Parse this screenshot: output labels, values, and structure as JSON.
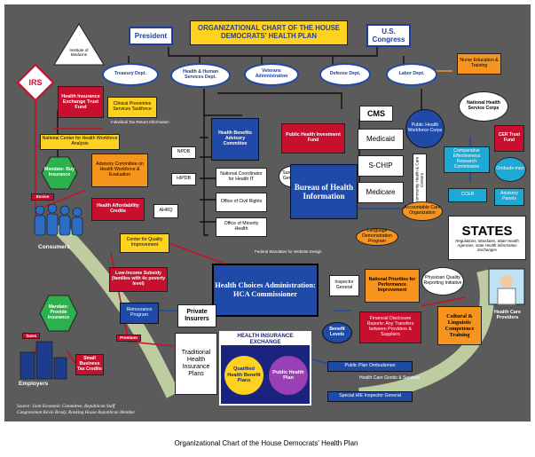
{
  "title": "ORGANIZATIONAL CHART OF THE HOUSE DEMOCRATS' HEALTH PLAN",
  "caption": "Organizational Chart of the House Democrats' Health Plan",
  "source_lines": [
    "Source: Joint Economic Committee, Republican Staff",
    "Congressman Kevin Brady, Ranking House Republican Member"
  ],
  "branches": {
    "president": "President",
    "us_congress": "U.S. Congress",
    "institute_of_medicine": "Institute of Medicine",
    "irs": "IRS"
  },
  "departments": {
    "treasury": "Treasury Dept.",
    "hhs": "Health & Human Services Dept.",
    "veterans": "Veterans Administration",
    "defense": "Defense Dept.",
    "labor": "Labor Dept."
  },
  "entities": {
    "nurse_education": "Nurse Education & Training",
    "hie_trust_fund": "Health Insurance Exchange Trust Fund",
    "clinical_preventive": "Clinical Preventive Services Taskforce",
    "ncsc": "National Health Service Corps",
    "cer_trust_fund": "CER Trust Fund",
    "comparative_effectiveness": "Comparative Effectiveness Research Commission",
    "ombudsman": "Ombuds-man",
    "ccer": "CCER",
    "advisory_panels": "Advisory Panels",
    "workforce_analysis": "National Center for Health Workforce Analysis",
    "advisory_committee_workforce": "Advisory Committee on Health Workforce & Evaluation",
    "mandate_buy": "Mandate: Buy Insurance",
    "excise": "Excise",
    "affordability_credits": "Health Affordability Credits",
    "npdb": "NPDB",
    "hipdb": "HIPDB",
    "ahrq": "AHRQ",
    "hbac": "Health Benefits Advisory Committee",
    "national_coordinator": "National Coordinator for Health IT",
    "surgeon_general": "Surgeon General",
    "ocr": "Office of Civil Rights",
    "omh": "Office of Minority Health",
    "phif": "Public Health Investment Fund",
    "boho": "Bureau of Health Information",
    "cms": "CMS",
    "medicaid": "Medicaid",
    "schip": "S-CHIP",
    "medicare": "Medicare",
    "phwc": "Public Health Workforce Corps",
    "community_centers": "Community Health & Care Centers",
    "language_demo": "Language Demonstration Program",
    "aco": "Accountable Care Organization",
    "states": "STATES",
    "states_sub": "Regulations, Mandates, State Health Agencies, state Health Information Exchanges",
    "consumers": "Consumers",
    "quality_improvement": "Center for Quality Improvement",
    "low_income_subsidy": "Low-Income Subsidy (families with 4x poverty level)",
    "hcac": "Health Choices Administration: HCA Commissioner",
    "federal_mandates": "Federal Mandates for Website Design",
    "inspector_general": "Inspector General",
    "npfi": "National Priorities for Performance Improvement",
    "physician_quality": "Physician Quality Reporting Initiative",
    "reinsurance": "Reinsurance Program",
    "private_insurers": "Private Insurers",
    "mandate_provide": "Mandate: Provide Insurance",
    "premium": "Premium",
    "financial_disclosure": "Financial Disclosure Reports: Any Transfers between Providers & Suppliers",
    "cultural_linguistic": "Cultural & Linguistic Competence Training",
    "health_care_providers": "Health Care Providers",
    "employers": "Employers",
    "small_business": "Small Business Tax Credits",
    "tax_label": "Taxes",
    "traditional_plans": "Traditional Health Insurance Plans",
    "hie": "HEALTH INSURANCE EXCHANGE",
    "qhbp": "Qualified Health Benefit Plans",
    "public_health_plan": "Public Health Plan",
    "benefit_levels": "Benefit Levels",
    "public_plan_ombudsman": "Public Plan Ombudsman",
    "goods_services": "Health Care Goods & Services",
    "special_ig": "Special HIE Inspector General",
    "individual_tax": "Individual Tax Return Information"
  }
}
